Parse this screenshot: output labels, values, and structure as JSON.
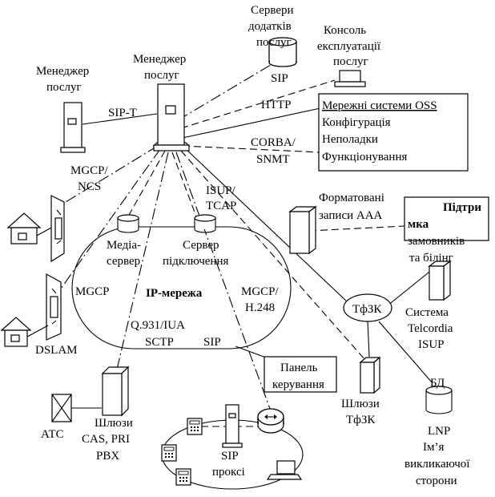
{
  "labels": {
    "app_servers": [
      "Сервери",
      "додатків",
      "послуг"
    ],
    "ops_console": [
      "Консоль",
      "експлуатації",
      "послуг"
    ],
    "service_manager_left": [
      "Менеджер",
      "послуг"
    ],
    "service_manager_main": [
      "Менеджер",
      "послуг"
    ],
    "sip_top": "SIP",
    "http": "HTTP",
    "sip_t": "SIP-T",
    "corba_snmt": [
      "CORBA/",
      "SNMT"
    ],
    "oss_box": [
      "Мережні системи OSS",
      "Конфігурація",
      "Неполадки",
      "Функціонування"
    ],
    "mgcp_ncs": [
      "MGCP/",
      "NCS"
    ],
    "isup_tcap": [
      "ISUP/",
      "TCAP"
    ],
    "formatted_records": [
      "Форматовані",
      "записи AAA"
    ],
    "billing_box": [
      "Підтри",
      "мка",
      "замовників",
      "та білінг"
    ],
    "media_server": [
      "Медіа-",
      "сервер"
    ],
    "connection_server": [
      "Сервер",
      "підключення"
    ],
    "mgcp_left": "MGCP",
    "ip_network": "IP-мережа",
    "mgcp_h248": [
      "MGCP/",
      "H.248"
    ],
    "tfzk_cloud": "ТфЗК",
    "telcordia": [
      "Система",
      "Telcordia",
      "ISUP"
    ],
    "q931": [
      "Q.931/IUA",
      "SCTP"
    ],
    "sip_mid": "SIP",
    "dslam": "DSLAM",
    "control_panel": [
      "Панель",
      "керування"
    ],
    "tfzk_gateways": [
      "Шлюзи",
      "ТфЗК"
    ],
    "db": "БД",
    "lnp": [
      "LNP",
      "Ім’я",
      "викликаючої",
      "сторони"
    ],
    "atc": "АТС",
    "cas_gateways": [
      "Шлюзи",
      "CAS, PRI",
      "PBX"
    ],
    "sip_proxy": [
      "SIP",
      "проксі"
    ]
  }
}
